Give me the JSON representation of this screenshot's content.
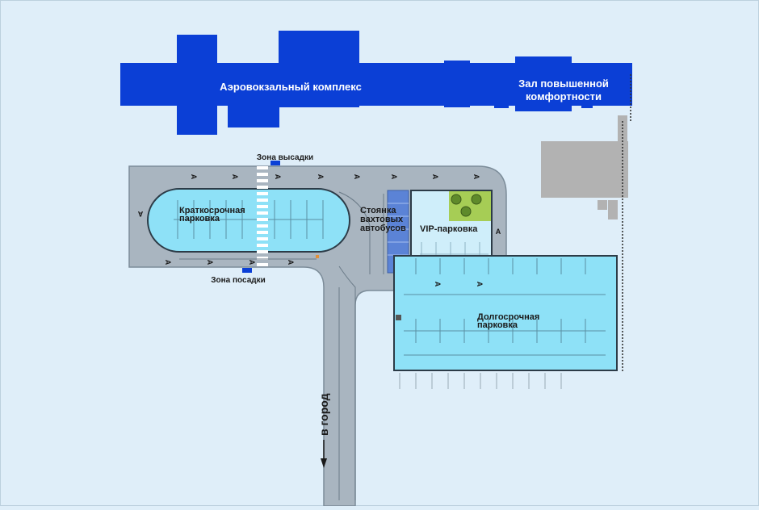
{
  "map": {
    "terminal_label": "Аэровокзальный комплекс",
    "vip_hall_label_line1": "Зал повышенной",
    "vip_hall_label_line2": "комфортности",
    "dropoff_label": "Зона высадки",
    "pickup_label": "Зона посадки",
    "short_term_line1": "Краткосрочная",
    "short_term_line2": "парковка",
    "bus_parking_line1": "Стоянка",
    "bus_parking_line2": "вахтовых",
    "bus_parking_line3": "автобусов",
    "vip_parking_label": "VIP-парковка",
    "long_term_line1": "Долгосрочная",
    "long_term_line2": "парковка",
    "to_city_label": "в город",
    "direction_arrow_glyph": "A",
    "colors": {
      "background": "#dfeef9",
      "terminal": "#0b3fd6",
      "road": "#a9b5c0",
      "parking": "#8ee1f7",
      "vip_parking": "#cfeefa",
      "bus_parking": "#5b83d6",
      "service_buildings": "#b2b2b2",
      "green_area": "#a6cd55"
    }
  }
}
